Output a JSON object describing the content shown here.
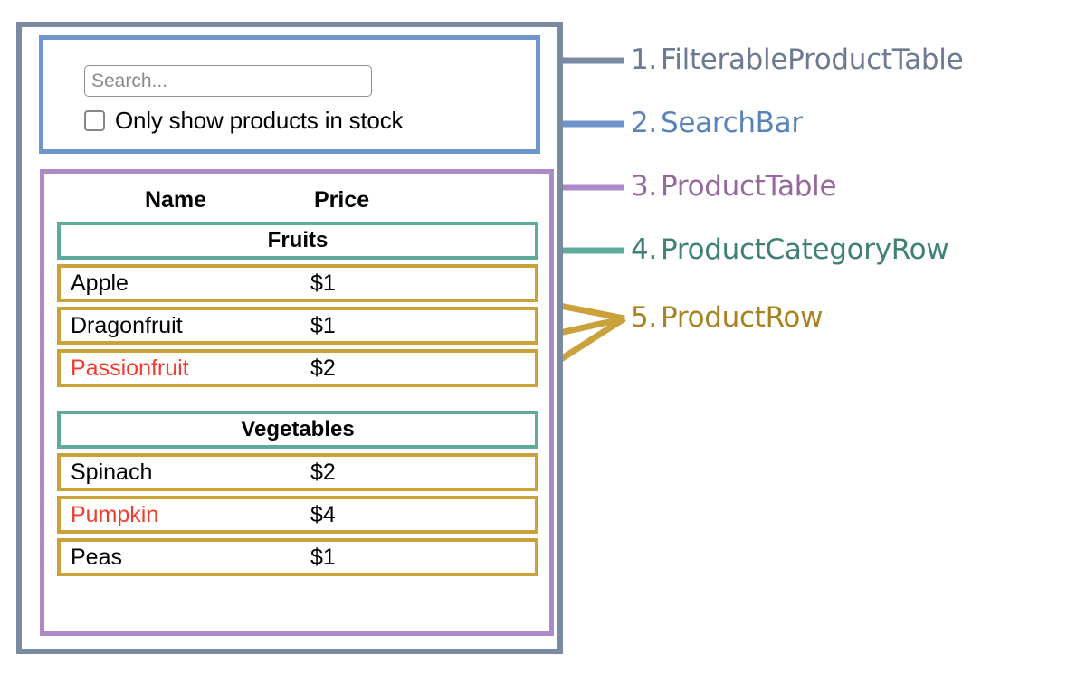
{
  "meta": {
    "title": "FilterableProductTable component breakdown"
  },
  "colors": {
    "filterable_product_table": "#7b8aa3",
    "search_bar": "#6f95cd",
    "product_table": "#ad8ac7",
    "product_category_row": "#5fab9b",
    "product_row": "#c9a23c",
    "out_of_stock_text": "#f03c2e",
    "background": "#ffffff",
    "text": "#000000"
  },
  "search_bar": {
    "input_placeholder": "Search...",
    "input_value": "",
    "checkbox_label": "Only show products in stock",
    "checkbox_checked": false
  },
  "product_table": {
    "headers": {
      "name": "Name",
      "price": "Price"
    },
    "sections": [
      {
        "category": "Fruits",
        "rows": [
          {
            "name": "Apple",
            "price": "$1",
            "in_stock": true
          },
          {
            "name": "Dragonfruit",
            "price": "$1",
            "in_stock": true
          },
          {
            "name": "Passionfruit",
            "price": "$2",
            "in_stock": false
          }
        ]
      },
      {
        "category": "Vegetables",
        "rows": [
          {
            "name": "Spinach",
            "price": "$2",
            "in_stock": true
          },
          {
            "name": "Pumpkin",
            "price": "$4",
            "in_stock": false
          },
          {
            "name": "Peas",
            "price": "$1",
            "in_stock": true
          }
        ]
      }
    ]
  },
  "legend": [
    {
      "num": "1.",
      "label": "FilterableProductTable",
      "color": "#6d7a91"
    },
    {
      "num": "2.",
      "label": "SearchBar",
      "color": "#5b83bb"
    },
    {
      "num": "3.",
      "label": "ProductTable",
      "color": "#96689f"
    },
    {
      "num": "4.",
      "label": "ProductCategoryRow",
      "color": "#3f8177"
    },
    {
      "num": "5.",
      "label": "ProductRow",
      "color": "#a8821f"
    }
  ]
}
